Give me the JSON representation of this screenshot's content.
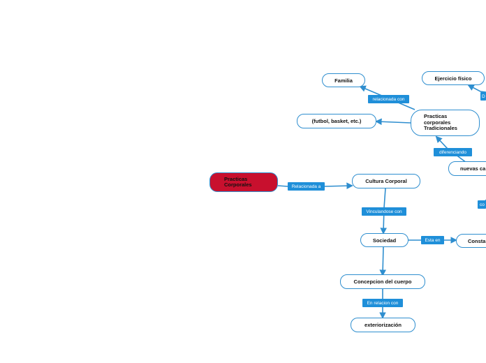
{
  "colors": {
    "line": "#2e8ecf",
    "label_bg": "#1f8fd9",
    "label_text": "#ffffff",
    "node_border": "#2e8ecf",
    "root_fill": "#c8102e"
  },
  "nodes": {
    "root": "Practicas\nCorporales",
    "cultura_corporal": "Cultura Corporal",
    "sociedad": "Sociedad",
    "concepcion": "Concepcion del cuerpo",
    "exteriorizacion": "exteriorización",
    "constante": "Consta",
    "tradicionales": "Practicas\ncorporales\nTradicionales",
    "familia": "Familia",
    "futbol": "(futbol, basket, etc.)",
    "ejercicio": "Ejercicio físico",
    "nuevas": "nuevas ca"
  },
  "labels": {
    "relacionada_a": "Relacionada a",
    "vinculandose": "Vinculandose con",
    "esta_en": "Esta en",
    "en_relacion": "En relacion con",
    "relacionada_con": "relacionada con",
    "diferenciando": "diferenciando",
    "cut_right_1": "D",
    "cut_right_2": "co"
  }
}
